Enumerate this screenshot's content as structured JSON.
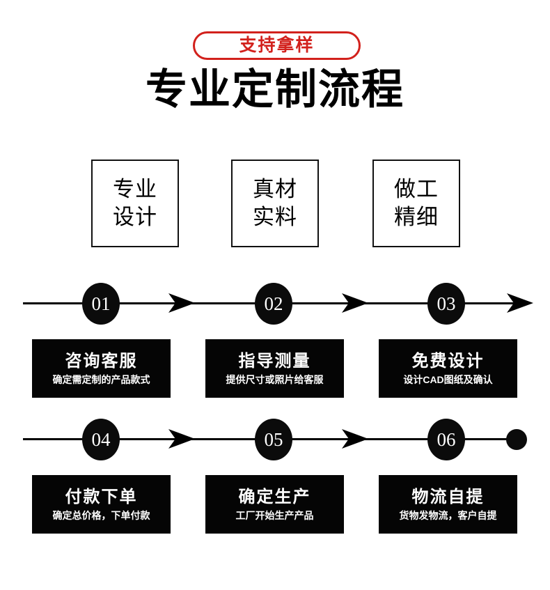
{
  "badge": {
    "label": "支持拿样",
    "color": "#d2211c"
  },
  "title": "专业定制流程",
  "features": [
    {
      "line1": "专业",
      "line2": "设计"
    },
    {
      "line1": "真材",
      "line2": "实料"
    },
    {
      "line1": "做工",
      "line2": "精细"
    }
  ],
  "timeline_rows": [
    {
      "badges": [
        "01",
        "02",
        "03"
      ],
      "end_marker": "arrow-icon",
      "cards": [
        {
          "title": "咨询客服",
          "sub": "确定需定制的产品款式"
        },
        {
          "title": "指导测量",
          "sub": "提供尺寸或照片给客服"
        },
        {
          "title": "免费设计",
          "sub": "设计CAD图纸及确认"
        }
      ]
    },
    {
      "badges": [
        "04",
        "05",
        "06"
      ],
      "end_marker": "dot-icon",
      "cards": [
        {
          "title": "付款下单",
          "sub": "确定总价格，下单付款"
        },
        {
          "title": "确定生产",
          "sub": "工厂开始生产产品"
        },
        {
          "title": "物流自提",
          "sub": "货物发物流，客户自提"
        }
      ]
    }
  ],
  "colors": {
    "accent_red": "#d2211c",
    "card_bg": "#050505",
    "line": "#000000",
    "text_light": "#ffffff"
  }
}
